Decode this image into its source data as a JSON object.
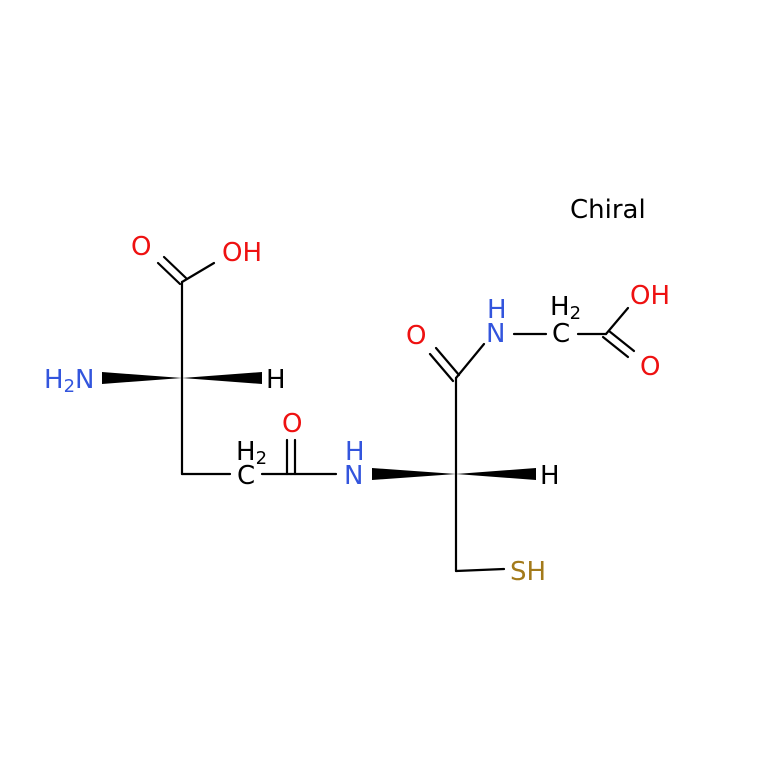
{
  "annotation": "Chiral",
  "colors": {
    "bond": "#000000",
    "oxygen": "#ee1111",
    "nitrogen": "#3355dd",
    "sulfur": "#a37a1a",
    "carbon": "#000000"
  },
  "atoms": {
    "glu_carbonyl_o": "O",
    "glu_oh": "OH",
    "glu_h2n": "H2N",
    "glu_h": "H",
    "glu_ch2_h": "H2",
    "glu_ch2_c": "C",
    "amide_o": "O",
    "amide_nh_h": "H",
    "amide_nh_n": "N",
    "cys_h": "H",
    "cys_sh": "SH",
    "cys_carbonyl_o": "O",
    "gly_nh_h": "H",
    "gly_nh_n": "N",
    "gly_ch2_h": "H2",
    "gly_ch2_c": "C",
    "gly_oh": "OH",
    "gly_carbonyl_o": "O"
  }
}
